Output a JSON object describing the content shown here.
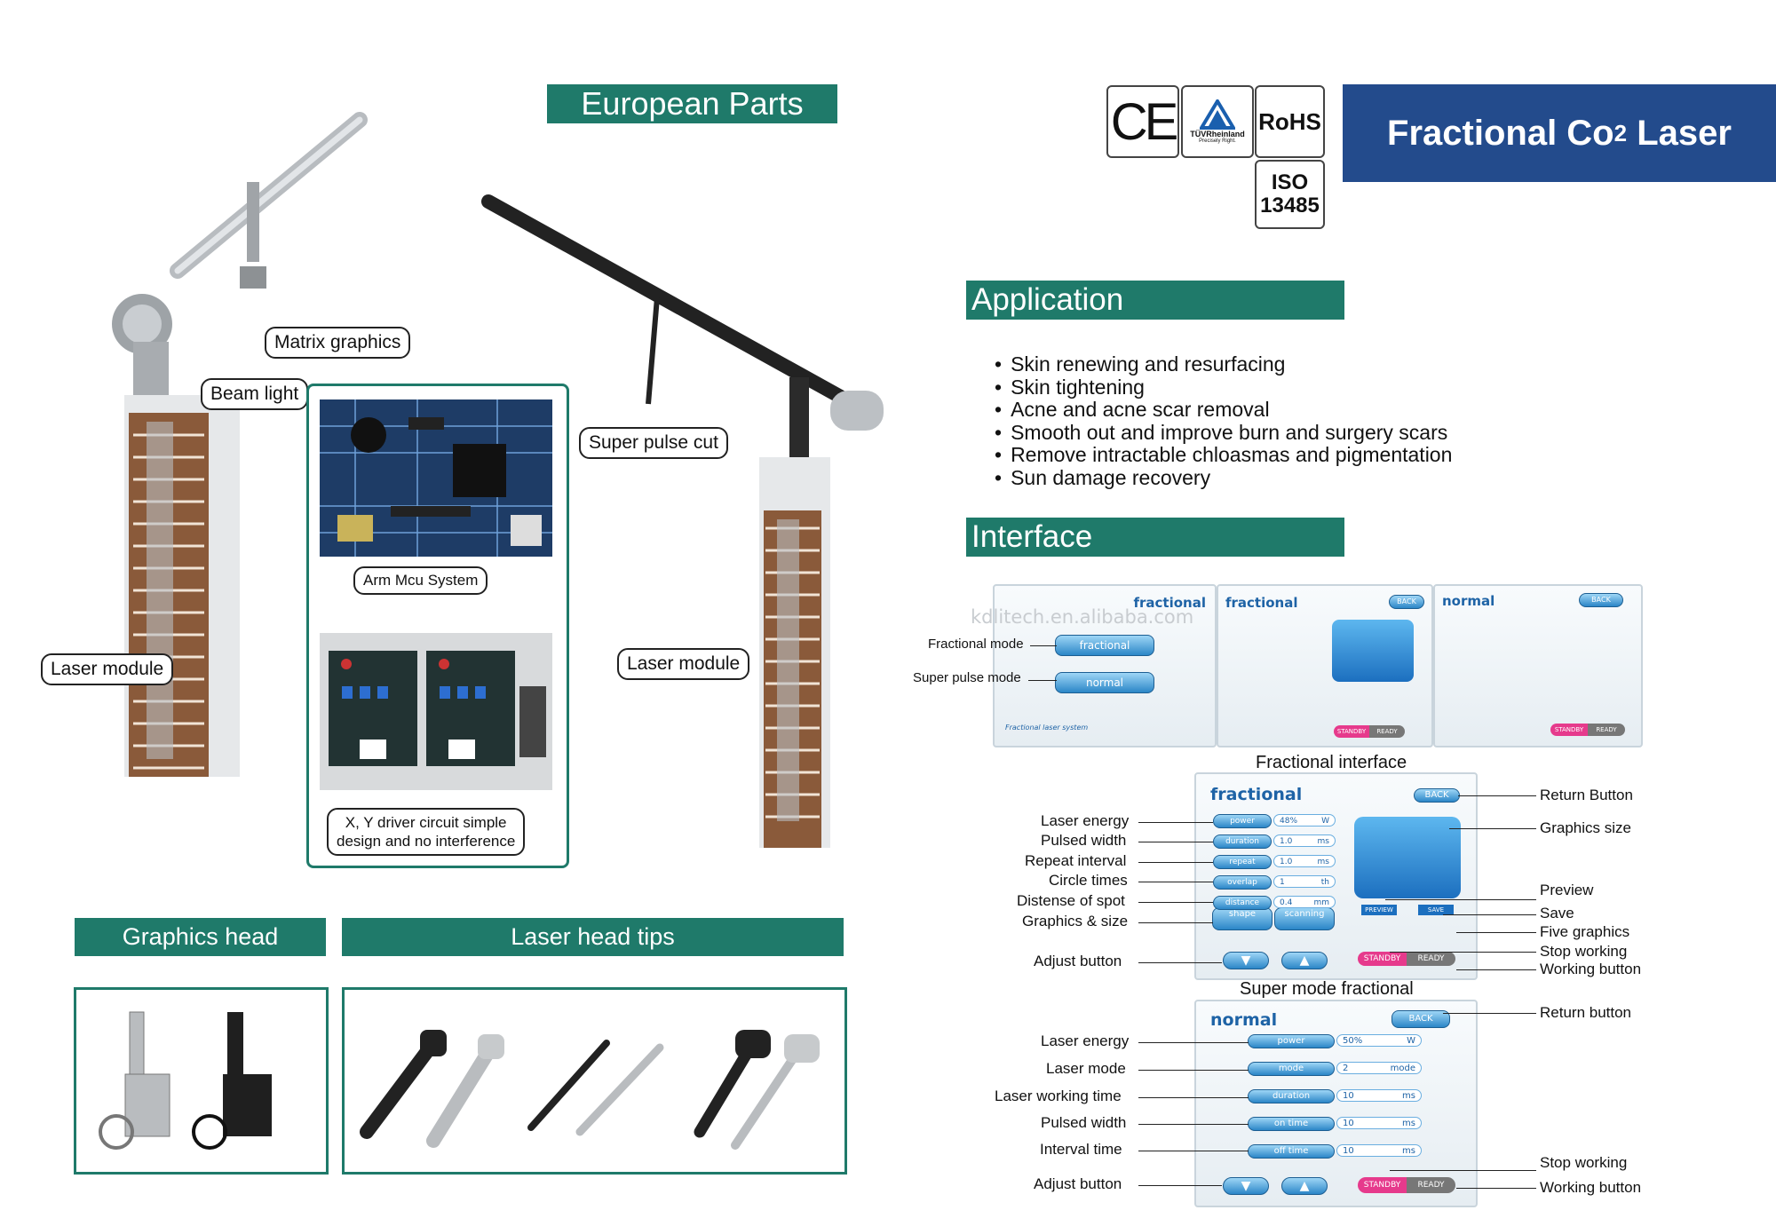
{
  "banners": {
    "european_parts": "European Parts",
    "application": "Application",
    "interface": "Interface",
    "graphics_head": "Graphics head",
    "laser_head_tips": "Laser head tips",
    "product_title": "Fractional Co",
    "product_title_sub": "2",
    "product_title_end": " Laser"
  },
  "certs": {
    "ce": "CE",
    "tuv": "TÜVRheinland",
    "tuv_small": "Precisely Right.",
    "rohs": "RoHS",
    "iso": "ISO",
    "iso_num": "13485"
  },
  "callouts": {
    "matrix_graphics": "Matrix graphics",
    "beam_light": "Beam light",
    "laser_module_left": "Laser module",
    "super_pulse_cut": "Super pulse cut",
    "laser_module_right": "Laser module",
    "arm_mcu": "Arm Mcu System",
    "xy_driver_1": "X, Y driver circuit simple",
    "xy_driver_2": "design and no interference"
  },
  "application_items": [
    "Skin renewing and resurfacing",
    "Skin tightening",
    "Acne and acne scar removal",
    "Smooth out and improve burn and surgery scars",
    "Remove intractable chloasmas and pigmentation",
    "Sun damage recovery"
  ],
  "watermark": "kdlitech.en.alibaba.com",
  "interface_top": {
    "fractional_mode": "Fractional mode",
    "super_pulse_mode": "Super pulse mode",
    "screen1_title": "fractional",
    "screen1_btn1": "fractional",
    "screen1_btn2": "normal",
    "screen1_footer": "Fractional laser system",
    "screen2_title": "fractional",
    "screen3_title": "normal",
    "back": "BACK",
    "standby": "STANDBY",
    "ready": "READY"
  },
  "fractional_interface": {
    "caption": "Fractional interface",
    "screen_title": "fractional",
    "rows": [
      {
        "btn": "power",
        "val": "48%",
        "unit": "W"
      },
      {
        "btn": "duration",
        "val": "1.0",
        "unit": "ms"
      },
      {
        "btn": "repeat",
        "val": "1.0",
        "unit": "ms"
      },
      {
        "btn": "overlap",
        "val": "1",
        "unit": "th"
      },
      {
        "btn": "distance",
        "val": "0.4",
        "unit": "mm"
      }
    ],
    "shape": "shape",
    "scanning": "scanning",
    "preview": "PREVIEW",
    "save": "SAVE",
    "back": "BACK",
    "standby": "STANDBY",
    "ready": "READY",
    "left_labels": [
      "Laser energy",
      "Pulsed width",
      "Repeat interval",
      "Circle times",
      "Distense of spot",
      "Graphics & size",
      "Adjust button"
    ],
    "right_labels": [
      "Return Button",
      "Graphics size",
      "Preview",
      "Save",
      "Five graphics",
      "Stop working",
      "Working button"
    ]
  },
  "super_mode": {
    "caption": "Super mode fractional",
    "screen_title": "normal",
    "rows": [
      {
        "btn": "power",
        "val": "50%",
        "unit": "W"
      },
      {
        "btn": "mode",
        "val": "2",
        "unit": "mode"
      },
      {
        "btn": "duration",
        "val": "10",
        "unit": "ms"
      },
      {
        "btn": "on time",
        "val": "10",
        "unit": "ms"
      },
      {
        "btn": "off time",
        "val": "10",
        "unit": "ms"
      }
    ],
    "back": "BACK",
    "standby": "STANDBY",
    "ready": "READY",
    "left_labels": [
      "Laser energy",
      "Laser mode",
      "Laser working time",
      "Pulsed width",
      "Interval time",
      "Adjust button"
    ],
    "right_labels": [
      "Return button",
      "Stop working",
      "Working button"
    ]
  },
  "colors": {
    "green": "#1f7a6a",
    "navy": "#234b8c"
  }
}
